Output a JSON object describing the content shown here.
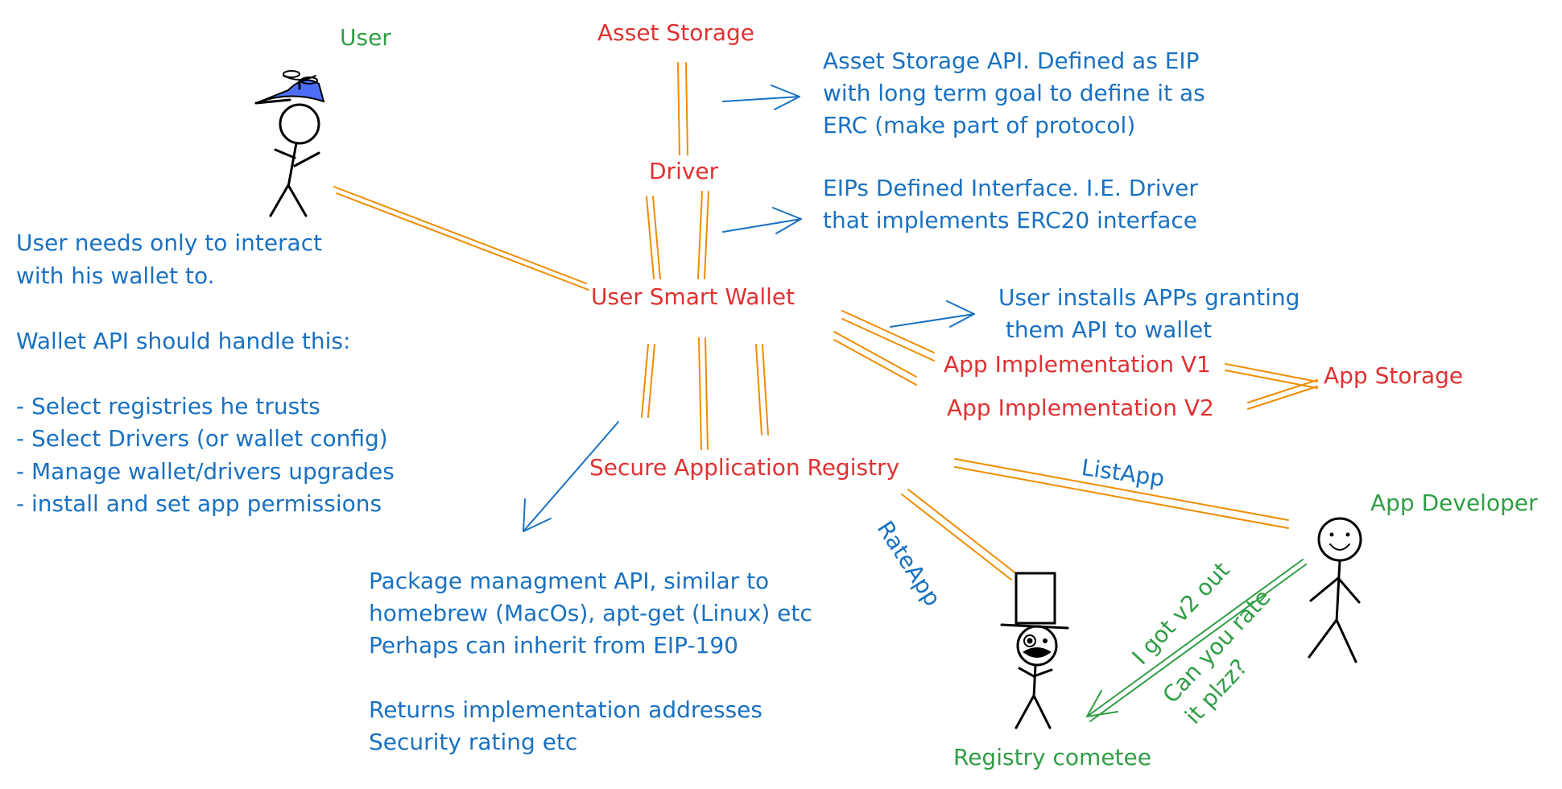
{
  "colors": {
    "red": "#e03131",
    "blue": "#1971c2",
    "green": "#2f9e44",
    "orange": "#f08c00",
    "black": "#000000",
    "hat_blue": "#4c6ef5"
  },
  "actors": {
    "user": "User",
    "app_developer": "App Developer",
    "registry_committee": "Registry cometee"
  },
  "components": {
    "asset_storage": "Asset Storage",
    "driver": "Driver",
    "user_smart_wallet": "User Smart Wallet",
    "app_impl_v1": "App Implementation V1",
    "app_impl_v2": "App Implementation V2",
    "app_storage": "App Storage",
    "secure_app_registry": "Secure Application Registry"
  },
  "notes": {
    "asset_storage_api": "Asset Storage API. Defined as EIP\nwith long term goal to define it as\nERC (make part of protocol)",
    "eips_interface": "EIPs Defined Interface. I.E. Driver\nthat implements ERC20 interface",
    "user_installs": "User installs APPs granting\n them API to wallet",
    "user_needs": "User needs only to interact\nwith his wallet to.\n\nWallet API should handle this:\n\n- Select registries he trusts\n- Select Drivers (or wallet config)\n- Manage wallet/drivers upgrades\n- install and set app permissions",
    "package_mgmt": "Package managment API, similar to\nhomebrew (MacOs), apt-get (Linux) etc\nPerhaps can inherit from EIP-190\n\nReturns implementation addresses\nSecurity rating etc"
  },
  "edge_labels": {
    "list_app": "ListApp",
    "rate_app": "RateApp"
  },
  "messages": {
    "got_v2": "I got v2 out",
    "can_you_rate": "Can you rate\nit plzz?"
  }
}
